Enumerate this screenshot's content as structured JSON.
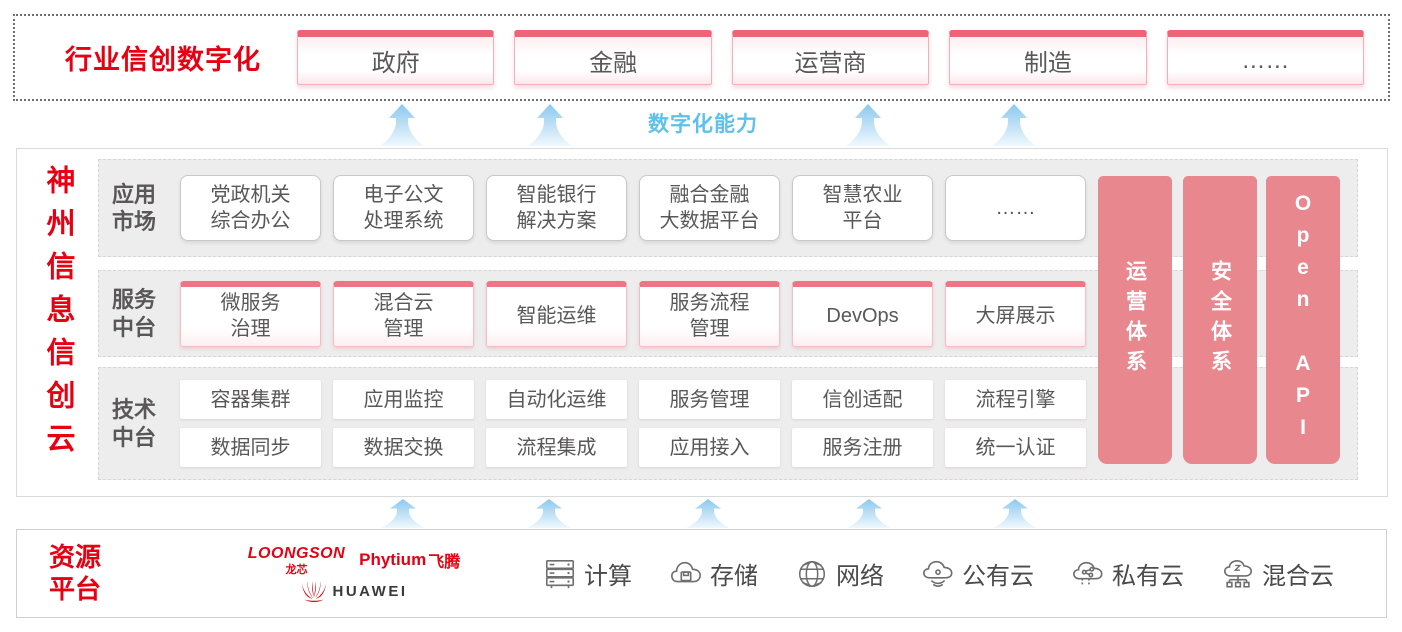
{
  "top_banner": {
    "title": "行业信创数字化",
    "sectors": [
      "政府",
      "金融",
      "运营商",
      "制造",
      "……"
    ]
  },
  "capability_label": "数字化能力",
  "cloud_platform": {
    "vertical_title": "神州信息信创云",
    "app_market": {
      "label": "应用\n市场",
      "items": [
        "党政机关\n综合办公",
        "电子公文\n处理系统",
        "智能银行\n解决方案",
        "融合金融\n大数据平台",
        "智慧农业\n平台",
        "……"
      ]
    },
    "service_center": {
      "label": "服务\n中台",
      "items": [
        "微服务\n治理",
        "混合云\n管理",
        "智能运维",
        "服务流程\n管理",
        "DevOps",
        "大屏展示"
      ]
    },
    "tech_center": {
      "label": "技术\n中台",
      "row1": [
        "容器集群",
        "应用监控",
        "自动化运维",
        "服务管理",
        "信创适配",
        "流程引擎"
      ],
      "row2": [
        "数据同步",
        "数据交换",
        "流程集成",
        "应用接入",
        "服务注册",
        "统一认证"
      ]
    },
    "pillars": [
      "运营体系",
      "安全体系",
      "Open API"
    ]
  },
  "resource_platform": {
    "title": "资源\n平台",
    "vendors": {
      "loongson": "LOONGSON",
      "loongson_cn": "龙芯",
      "phytium": "Phytium",
      "phytium_cn": "飞腾",
      "huawei": "HUAWEI"
    },
    "resources": [
      {
        "icon": "compute-icon",
        "label": "计算"
      },
      {
        "icon": "storage-icon",
        "label": "存储"
      },
      {
        "icon": "network-icon",
        "label": "网络"
      },
      {
        "icon": "public-cloud-icon",
        "label": "公有云"
      },
      {
        "icon": "private-cloud-icon",
        "label": "私有云"
      },
      {
        "icon": "hybrid-cloud-icon",
        "label": "混合云"
      }
    ]
  },
  "colors": {
    "brand_red": "#e60012",
    "pillar_pink": "#e9878e",
    "capability_blue": "#5ec1ed",
    "box_text_gray": "#595757"
  }
}
